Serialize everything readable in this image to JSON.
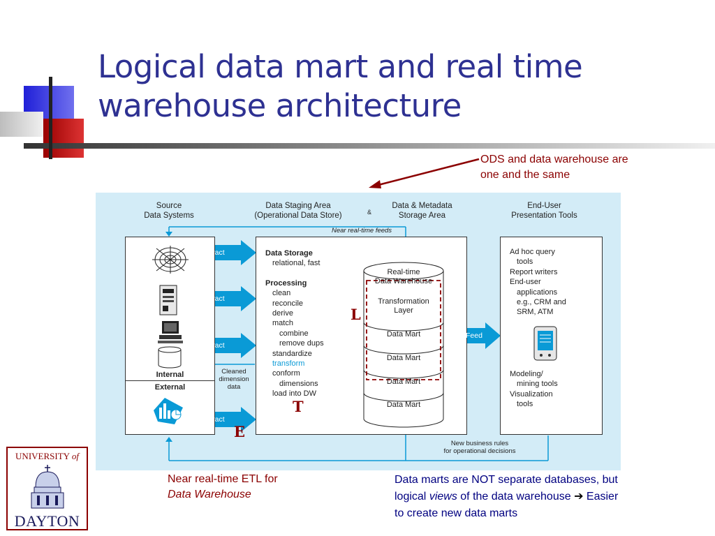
{
  "slide": {
    "title_line1": "Logical data mart and real time",
    "title_line2": "warehouse architecture"
  },
  "annotations": {
    "ods_note_line1": "ODS and data warehouse are",
    "ods_note_line2": "one and the same",
    "etl_note_line1": "Near real-time ETL for",
    "etl_note_line2": "Data Warehouse",
    "marts_line1": "Data marts are NOT separate databases, but",
    "marts_line2a": "logical ",
    "marts_line2b": "views",
    "marts_line2c": " of the data warehouse ",
    "marts_arrow": "➔",
    "marts_line2d": " Easier",
    "marts_line3": "to create new data marts"
  },
  "diagram": {
    "headers": {
      "source_1": "Source",
      "source_2": "Data Systems",
      "staging_1": "Data Staging Area",
      "staging_2": "(Operational Data Store)",
      "amp": "&",
      "metadata_1": "Data & Metadata",
      "metadata_2": "Storage Area",
      "enduser_1": "End-User",
      "enduser_2": "Presentation Tools"
    },
    "near_realtime_feeds": "Near real-time feeds",
    "source_box": {
      "internal": "Internal",
      "external": "External"
    },
    "extract_label": "Extract",
    "cleaned_1": "Cleaned",
    "cleaned_2": "dimension",
    "cleaned_3": "data",
    "staging_list": {
      "storage": "Data Storage",
      "storage_detail": "relational, fast",
      "processing": "Processing",
      "clean": "clean",
      "reconcile": "reconcile",
      "derive": "derive",
      "match": "match",
      "combine": "combine",
      "remove_dups": "remove dups",
      "standardize": "standardize",
      "transform": "transform",
      "conform": "conform",
      "dimensions": "dimensions",
      "load": "load into DW"
    },
    "cylinder": {
      "title_1": "Real-time",
      "title_2": "Data Warehouse",
      "transformation_1": "Transformation",
      "transformation_2": "Layer",
      "data_mart": "Data Mart"
    },
    "feed_label": "Feed",
    "enduser_list": {
      "adhoc": "Ad hoc query",
      "adhoc_2": "tools",
      "report": "Report writers",
      "enduser_apps": "End-user",
      "apps_2": "applications",
      "apps_3": "e.g., CRM and",
      "apps_4": "SRM, ATM",
      "modeling": "Modeling/",
      "modeling_2": "mining tools",
      "viz": "Visualization",
      "viz_2": "tools"
    },
    "new_rules_1": "New business rules",
    "new_rules_2": "for operational decisions",
    "letters": {
      "e": "E",
      "t": "T",
      "l": "L"
    }
  },
  "logo": {
    "top": "UNIVERSITY",
    "of": "of",
    "bottom": "DAYTON"
  },
  "colors": {
    "title": "#2e3192",
    "accent_red": "#8b0000",
    "panel_bg": "#d3ecf7",
    "arrow_blue": "#0a9ad6"
  }
}
